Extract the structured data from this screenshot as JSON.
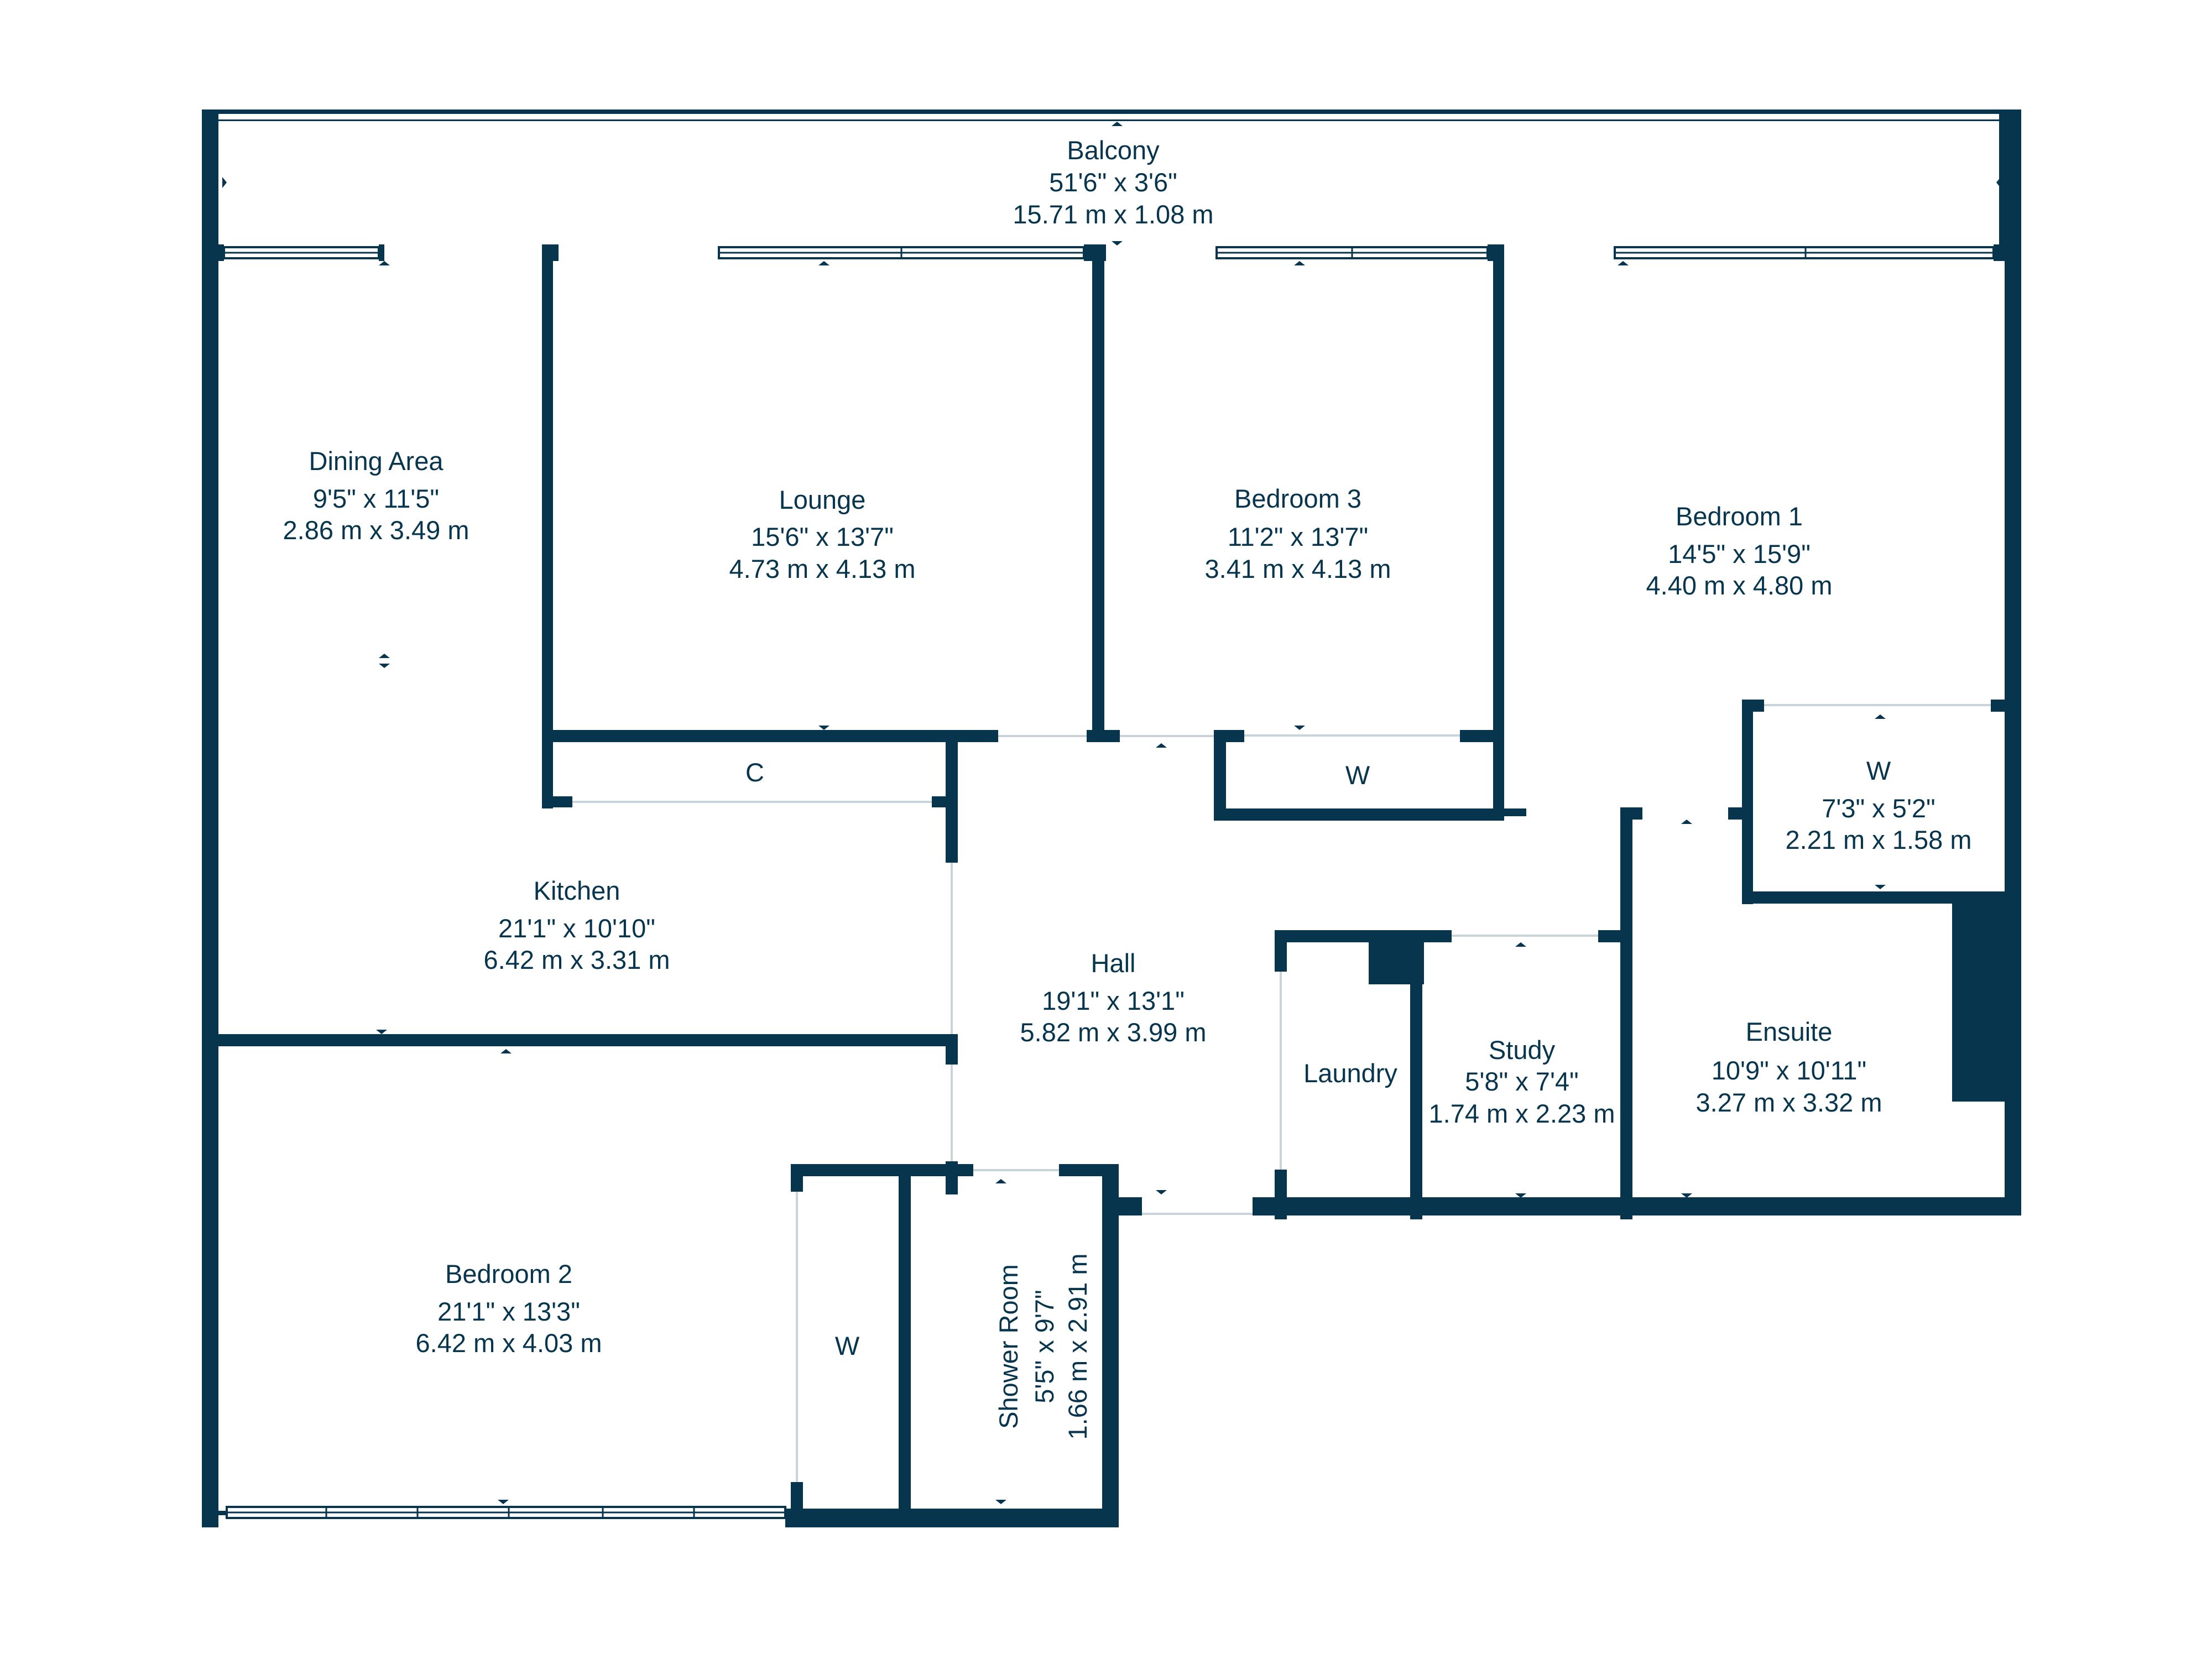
{
  "colors": {
    "wall": "#07354e",
    "label": "#07354e",
    "background": "#ffffff",
    "window": "#07354e"
  },
  "rooms": {
    "balcony": {
      "name": "Balcony",
      "imperial": "51'6\" x 3'6\"",
      "metric": "15.71 m x 1.08 m"
    },
    "dining": {
      "name": "Dining Area",
      "imperial": "9'5\" x 11'5\"",
      "metric": "2.86 m x 3.49 m"
    },
    "lounge": {
      "name": "Lounge",
      "imperial": "15'6\" x 13'7\"",
      "metric": "4.73 m x 4.13 m"
    },
    "bedroom3": {
      "name": "Bedroom 3",
      "imperial": "11'2\" x 13'7\"",
      "metric": "3.41 m x 4.13 m"
    },
    "bedroom1": {
      "name": "Bedroom 1",
      "imperial": "14'5\" x 15'9\"",
      "metric": "4.40 m x 4.80 m"
    },
    "closet_c": {
      "name": "C"
    },
    "wardrobe3": {
      "name": "W"
    },
    "wardrobe1": {
      "name": "W",
      "imperial": "7'3\" x 5'2\"",
      "metric": "2.21 m x 1.58 m"
    },
    "kitchen": {
      "name": "Kitchen",
      "imperial": "21'1\" x 10'10\"",
      "metric": "6.42 m x 3.31 m"
    },
    "hall": {
      "name": "Hall",
      "imperial": "19'1\" x 13'1\"",
      "metric": "5.82 m x 3.99 m"
    },
    "laundry": {
      "name": "Laundry"
    },
    "study": {
      "name": "Study",
      "imperial": "5'8\" x 7'4\"",
      "metric": "1.74 m x 2.23 m"
    },
    "ensuite": {
      "name": "Ensuite",
      "imperial": "10'9\" x 10'11\"",
      "metric": "3.27 m x 3.32 m"
    },
    "bedroom2": {
      "name": "Bedroom 2",
      "imperial": "21'1\" x 13'3\"",
      "metric": "6.42 m x 4.03 m"
    },
    "wardrobe2": {
      "name": "W"
    },
    "shower": {
      "name": "Shower Room",
      "imperial": "5'5\" x 9'7\"",
      "metric": "1.66 m x 2.91 m"
    }
  }
}
